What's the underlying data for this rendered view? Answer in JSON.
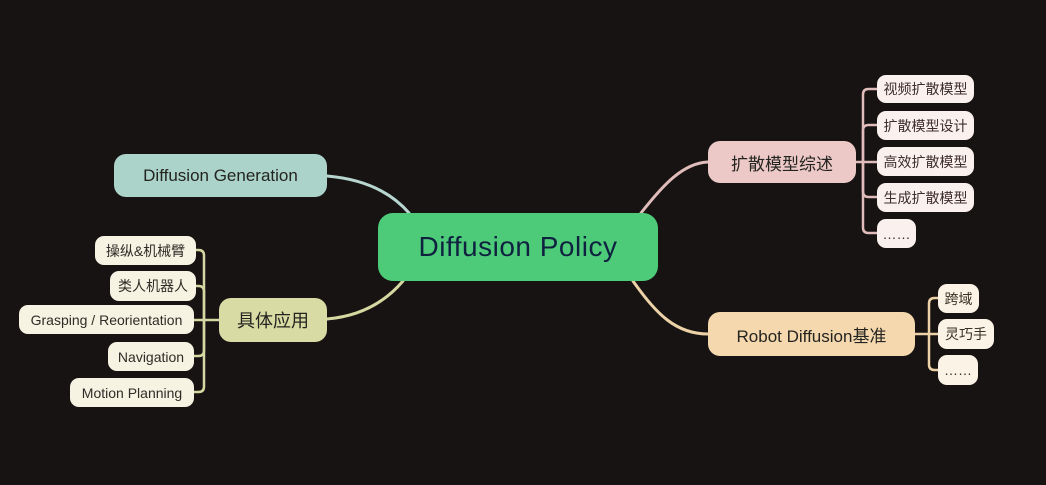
{
  "diagram": {
    "type": "mindmap",
    "background": "#161312",
    "root": {
      "label": "Diffusion Policy",
      "fill": "#4ecb78",
      "text_color": "#0e2240"
    },
    "branches": [
      {
        "id": "diffusion-generation",
        "label": "Diffusion Generation",
        "fill": "#abd3c9",
        "connector_color": "#b6d6cf",
        "side": "top-left",
        "children": []
      },
      {
        "id": "diffusion-model-survey",
        "label": "扩散模型综述",
        "fill": "#ecc9c7",
        "connector_color": "#e0bcba",
        "side": "top-right",
        "children": [
          {
            "label": "视频扩散模型"
          },
          {
            "label": "扩散模型设计"
          },
          {
            "label": "高效扩散模型"
          },
          {
            "label": "生成扩散模型"
          },
          {
            "label": "……"
          }
        ]
      },
      {
        "id": "concrete-applications",
        "label": "具体应用",
        "fill": "#d8dba3",
        "connector_color": "#d5d8a0",
        "side": "left",
        "children": [
          {
            "label": "操纵&机械臂"
          },
          {
            "label": "类人机器人"
          },
          {
            "label": "Grasping / Reorientation"
          },
          {
            "label": "Navigation"
          },
          {
            "label": "Motion Planning"
          }
        ]
      },
      {
        "id": "robot-diffusion-benchmark",
        "label": "Robot Diffusion基准",
        "fill": "#f5d8ae",
        "connector_color": "#ecd2a6",
        "side": "bottom-right",
        "children": [
          {
            "label": "跨域"
          },
          {
            "label": "灵巧手"
          },
          {
            "label": "……"
          }
        ]
      }
    ]
  }
}
